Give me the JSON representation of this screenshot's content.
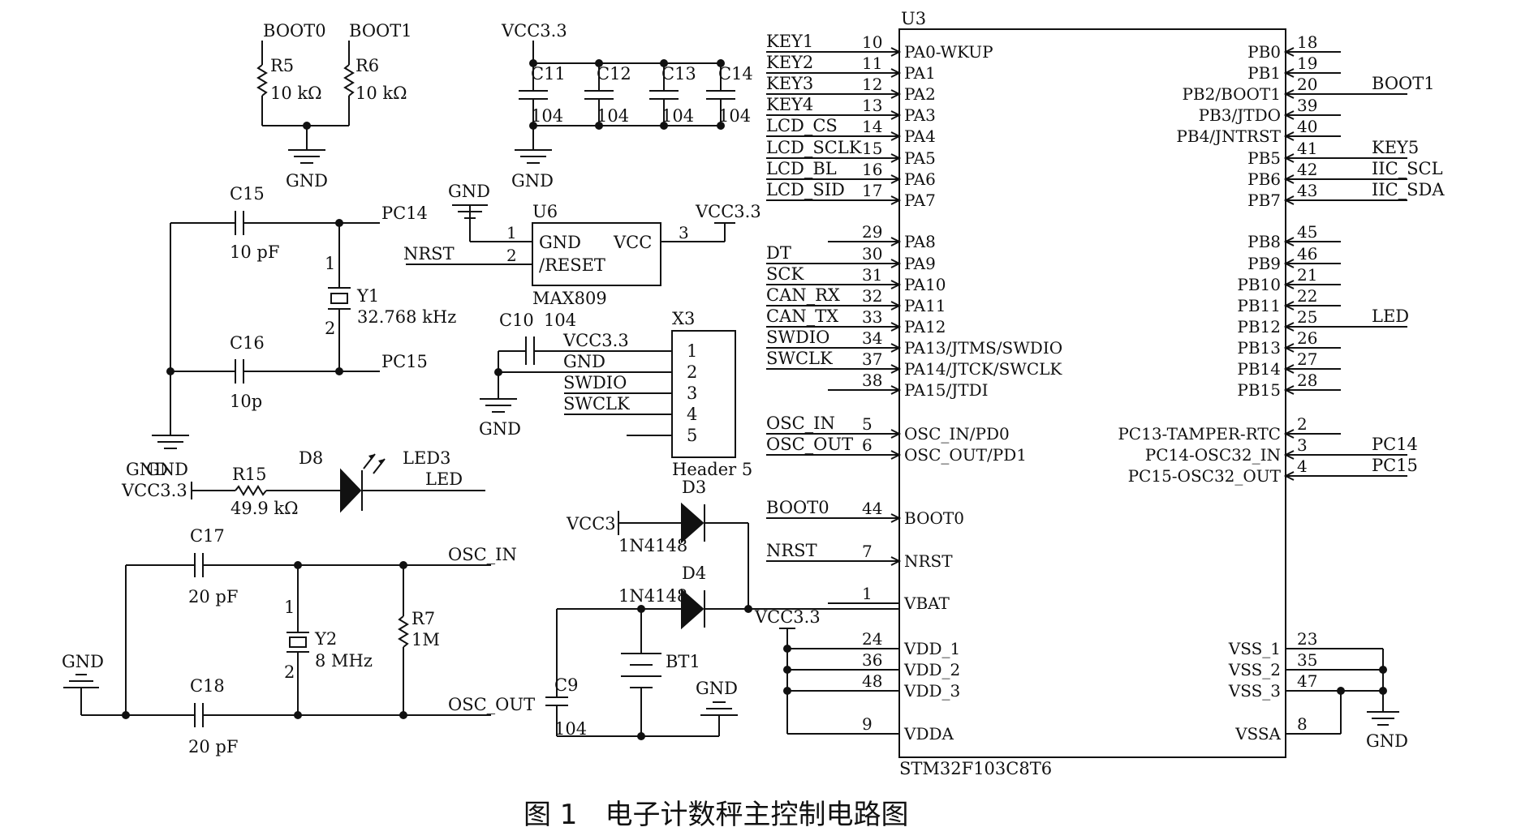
{
  "mcu": {
    "ref": "U3",
    "part": "STM32F103C8T6",
    "left_pins": [
      {
        "net": "KEY1",
        "num": "10",
        "name": "PA0-WKUP"
      },
      {
        "net": "KEY2",
        "num": "11",
        "name": "PA1"
      },
      {
        "net": "KEY3",
        "num": "12",
        "name": "PA2"
      },
      {
        "net": "KEY4",
        "num": "13",
        "name": "PA3"
      },
      {
        "net": "LCD_CS",
        "num": "14",
        "name": "PA4"
      },
      {
        "net": "LCD_SCLK",
        "num": "15",
        "name": "PA5"
      },
      {
        "net": "LCD_BL",
        "num": "16",
        "name": "PA6"
      },
      {
        "net": "LCD_SID",
        "num": "17",
        "name": "PA7"
      },
      {
        "net": "",
        "num": "29",
        "name": "PA8"
      },
      {
        "net": "DT",
        "num": "30",
        "name": "PA9"
      },
      {
        "net": "SCK",
        "num": "31",
        "name": "PA10"
      },
      {
        "net": "CAN_RX",
        "num": "32",
        "name": "PA11"
      },
      {
        "net": "CAN_TX",
        "num": "33",
        "name": "PA12"
      },
      {
        "net": "SWDIO",
        "num": "34",
        "name": "PA13/JTMS/SWDIO"
      },
      {
        "net": "SWCLK",
        "num": "37",
        "name": "PA14/JTCK/SWCLK"
      },
      {
        "net": "",
        "num": "38",
        "name": "PA15/JTDI"
      },
      {
        "net": "OSC_IN",
        "num": "5",
        "name": "OSC_IN/PD0"
      },
      {
        "net": "OSC_OUT",
        "num": "6",
        "name": "OSC_OUT/PD1"
      },
      {
        "net": "BOOT0",
        "num": "44",
        "name": "BOOT0"
      },
      {
        "net": "NRST",
        "num": "7",
        "name": "NRST"
      },
      {
        "net": "",
        "num": "1",
        "name": "VBAT"
      },
      {
        "net": "",
        "num": "24",
        "name": "VDD_1"
      },
      {
        "net": "",
        "num": "36",
        "name": "VDD_2"
      },
      {
        "net": "",
        "num": "48",
        "name": "VDD_3"
      },
      {
        "net": "",
        "num": "9",
        "name": "VDDA"
      }
    ],
    "right_pins": [
      {
        "net": "",
        "num": "18",
        "name": "PB0"
      },
      {
        "net": "",
        "num": "19",
        "name": "PB1"
      },
      {
        "net": "BOOT1",
        "num": "20",
        "name": "PB2/BOOT1"
      },
      {
        "net": "",
        "num": "39",
        "name": "PB3/JTDO"
      },
      {
        "net": "",
        "num": "40",
        "name": "PB4/JNTRST"
      },
      {
        "net": "KEY5",
        "num": "41",
        "name": "PB5"
      },
      {
        "net": "IIC_SCL",
        "num": "42",
        "name": "PB6"
      },
      {
        "net": "IIC_SDA",
        "num": "43",
        "name": "PB7"
      },
      {
        "net": "",
        "num": "45",
        "name": "PB8"
      },
      {
        "net": "",
        "num": "46",
        "name": "PB9"
      },
      {
        "net": "",
        "num": "21",
        "name": "PB10"
      },
      {
        "net": "",
        "num": "22",
        "name": "PB11"
      },
      {
        "net": "LED",
        "num": "25",
        "name": "PB12"
      },
      {
        "net": "",
        "num": "26",
        "name": "PB13"
      },
      {
        "net": "",
        "num": "27",
        "name": "PB14"
      },
      {
        "net": "",
        "num": "28",
        "name": "PB15"
      },
      {
        "net": "",
        "num": "2",
        "name": "PC13-TAMPER-RTC"
      },
      {
        "net": "PC14",
        "num": "3",
        "name": "PC14-OSC32_IN"
      },
      {
        "net": "PC15",
        "num": "4",
        "name": "PC15-OSC32_OUT"
      },
      {
        "net": "",
        "num": "23",
        "name": "VSS_1"
      },
      {
        "net": "",
        "num": "35",
        "name": "VSS_2"
      },
      {
        "net": "",
        "num": "47",
        "name": "VSS_3"
      },
      {
        "net": "",
        "num": "8",
        "name": "VSSA"
      }
    ]
  },
  "boot": {
    "boot0": "BOOT0",
    "boot1": "BOOT1",
    "r5": "R5",
    "r5_val": "10 kΩ",
    "r6": "R6",
    "r6_val": "10 kΩ",
    "gnd": "GND"
  },
  "decoupling": {
    "vcc": "VCC3.3",
    "caps": [
      {
        "ref": "C11",
        "val": "104"
      },
      {
        "ref": "C12",
        "val": "104"
      },
      {
        "ref": "C13",
        "val": "104"
      },
      {
        "ref": "C14",
        "val": "104"
      }
    ],
    "gnd": "GND"
  },
  "rtc": {
    "c15": "C15",
    "c15_val": "10 pF",
    "c16": "C16",
    "c16_val": "10p",
    "y1": "Y1",
    "y1_val": "32.768 kHz",
    "pin1": "1",
    "pin2": "2",
    "pc14": "PC14",
    "pc15": "PC15",
    "gnd": "GND"
  },
  "reset": {
    "gnd": "GND",
    "ref": "U6",
    "part": "MAX809",
    "pin_gnd": "GND",
    "pin_reset": "/RESET",
    "pin_vcc": "VCC",
    "n1": "1",
    "n2": "2",
    "n3": "3",
    "nrst": "NRST",
    "vcc": "VCC3.3"
  },
  "swd": {
    "c10": "C10",
    "c10_val": "104",
    "ref": "X3",
    "part": "Header 5",
    "nets": [
      "VCC3.3",
      "GND",
      "SWDIO",
      "SWCLK"
    ],
    "pins": [
      "1",
      "2",
      "3",
      "4",
      "5"
    ],
    "gnd": "GND"
  },
  "led": {
    "gnd": "GND",
    "vcc": "VCC3.3",
    "r15": "R15",
    "r15_val": "49.9 kΩ",
    "d8": "D8",
    "led3": "LED3",
    "net": "LED"
  },
  "hse": {
    "c17": "C17",
    "c17_val": "20 pF",
    "c18": "C18",
    "c18_val": "20 pF",
    "y2": "Y2",
    "y2_val": "8 MHz",
    "r7": "R7",
    "r7_val": "1M",
    "osc_in": "OSC_IN",
    "osc_out": "OSC_OUT",
    "gnd": "GND",
    "pin1": "1",
    "pin2": "2"
  },
  "battery": {
    "d3": "D3",
    "d3_part": "1N4148",
    "d4": "D4",
    "d4_part": "1N4148",
    "vcc3": "VCC3",
    "vcc33": "VCC3.3",
    "bt1": "BT1",
    "c9": "C9",
    "c9_val": "104",
    "gnd": "GND"
  },
  "misc": {
    "gnd": "GND"
  },
  "caption": "图 1　电子计数秤主控制电路图"
}
